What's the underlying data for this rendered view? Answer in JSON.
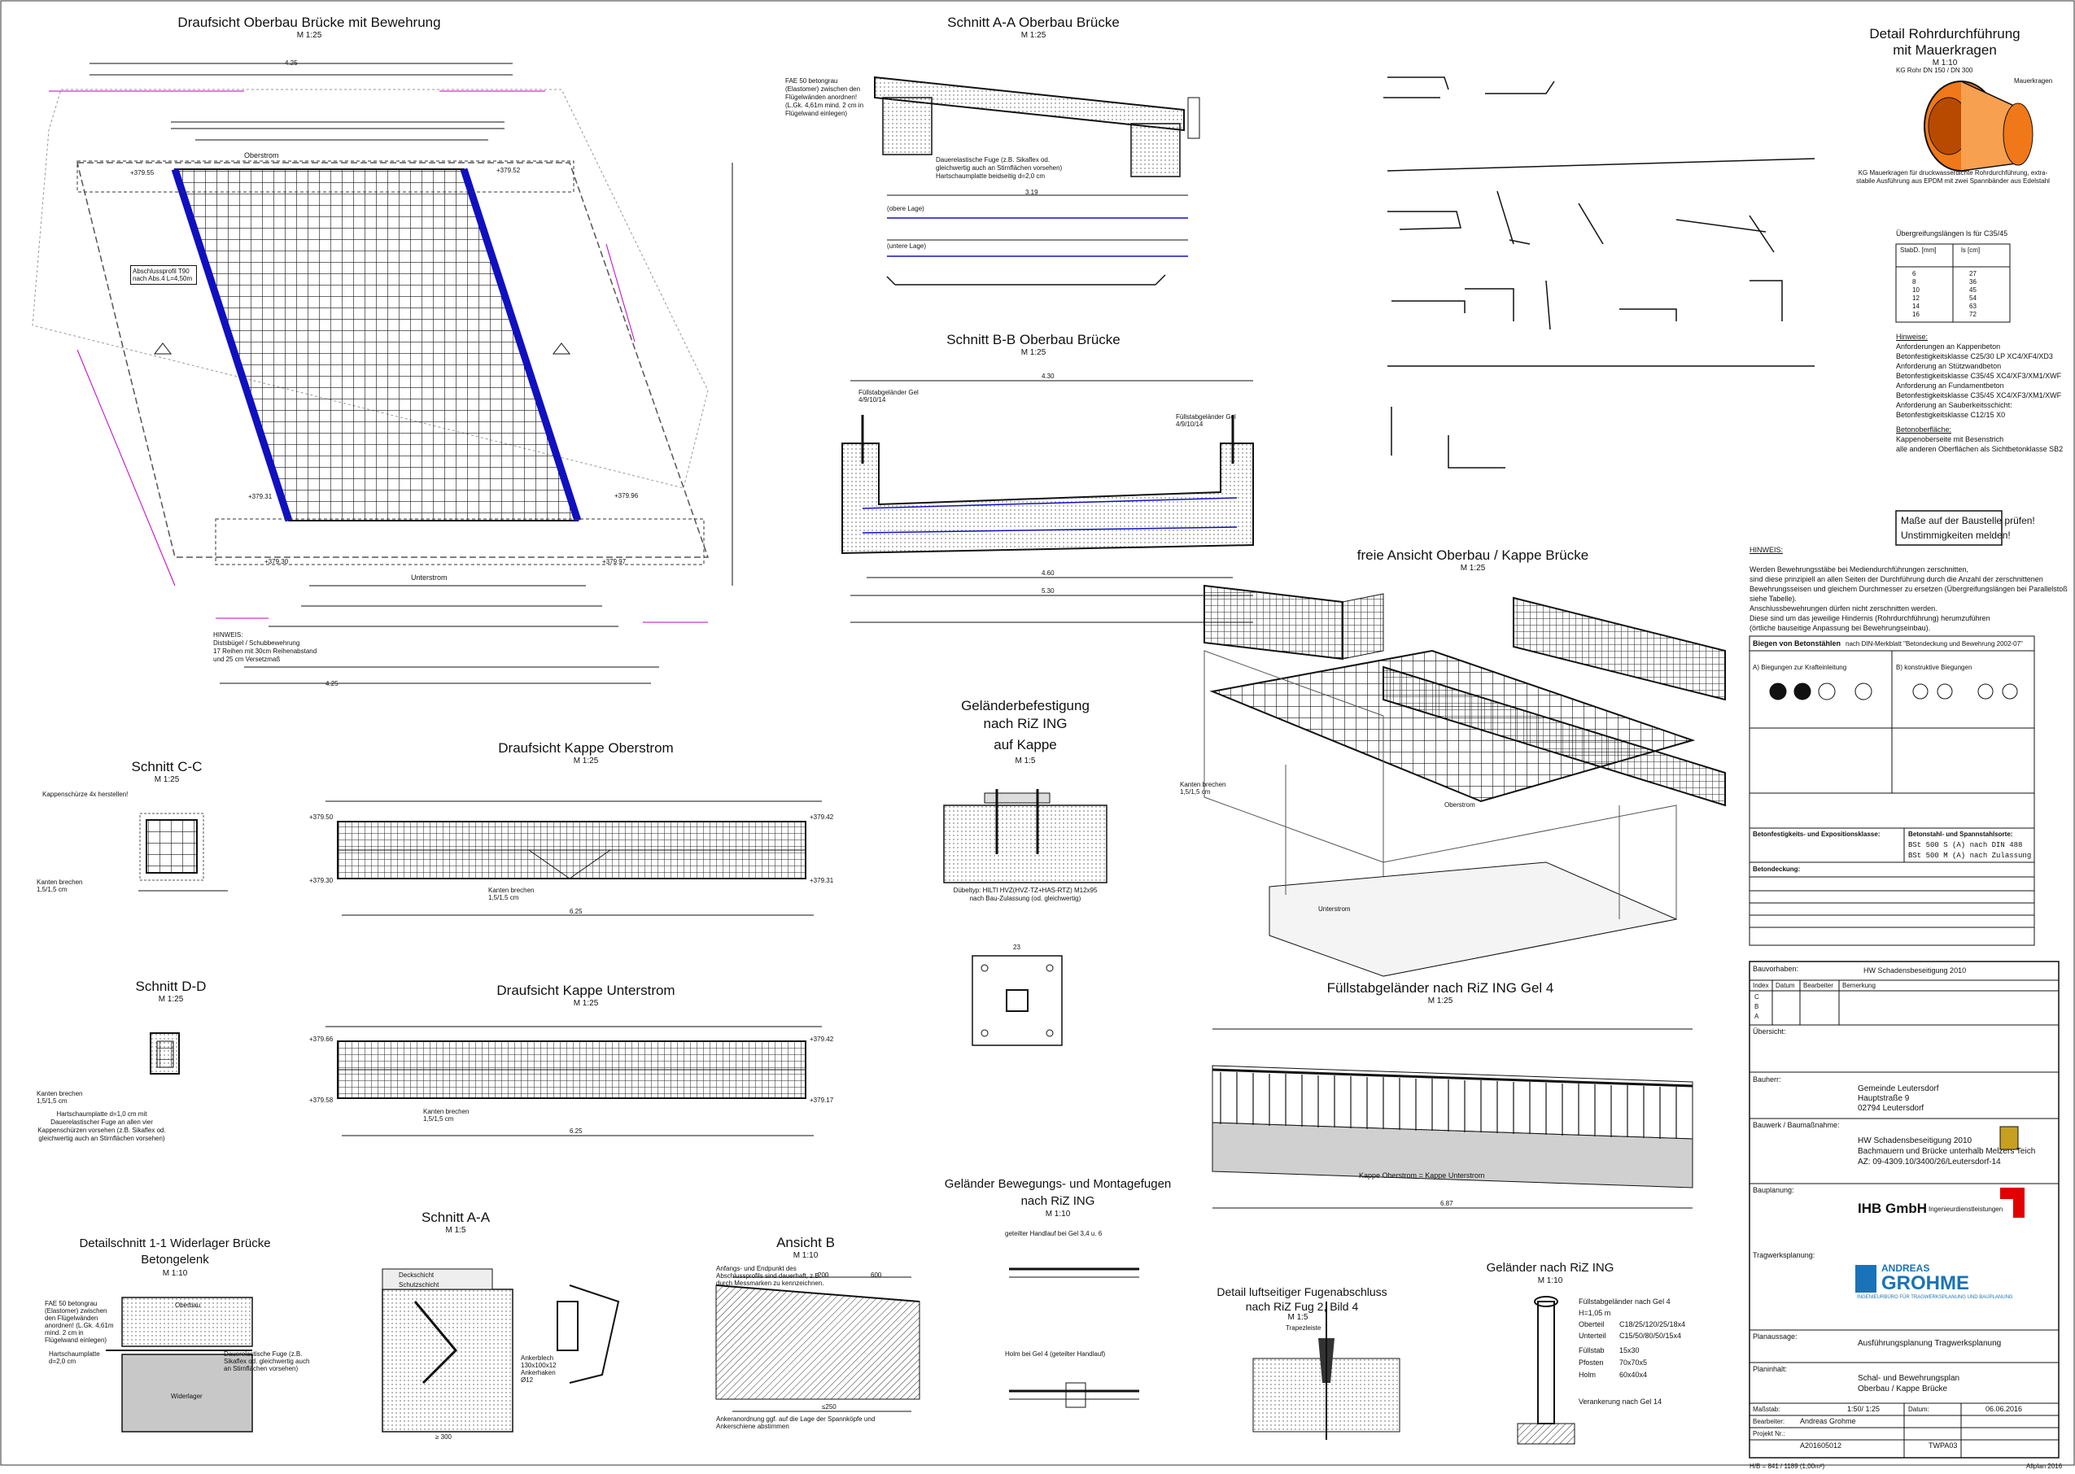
{
  "views": {
    "draufsicht_oberbau": {
      "title": "Draufsicht Oberbau Brücke mit Bewehrung",
      "scale": "M 1:25",
      "oberstrom": "Oberstrom",
      "unterstrom": "Unterstrom",
      "elev1": "+379.55",
      "elev2": "+379.52",
      "elev3": "+379.31",
      "elev4": "+379.96",
      "elev5": "+379.30",
      "elev6": "+379.97",
      "profile_note": "Abschlussprofil T90 nach Abs.4 L=4,50m",
      "hinweis": "HINWEIS:\nDistsbügel / Schubbewehrung\n17 Reihen mit 30cm Reihenabstand\nund 25 cm Versetzmaß",
      "dim_top": "4.25",
      "dim_bottom": "4.25"
    },
    "schnitt_aa_oberbau": {
      "title": "Schnitt A-A Oberbau Brücke",
      "scale": "M 1:25",
      "fae_note": "FAE 50 betongrau (Elastomer) zwischen den Flügelwänden anordnen! (L.Gk. 4,61m mind. 2 cm in Flügelwand einlegen)",
      "fuge_note": "Dauerelastische Fuge (z.B. Sikaflex od. gleichwertig auch an Stirnflächen vorsehen) Hartschaumplatte beidseitig d=2,0 cm",
      "obere_lage": "(obere Lage)",
      "untere_lage": "(untere Lage)",
      "dim": "3.19"
    },
    "schnitt_bb_oberbau": {
      "title": "Schnitt B-B Oberbau Brücke",
      "scale": "M 1:25",
      "gel_left": "Füllstabgeländer Gel 4/9/10/14",
      "gel_right": "Füllstabgeländer Gel 4/9/10/14",
      "dim_top": "4.30",
      "dim_bottom": "5.30",
      "dim_mid": "4.60"
    },
    "detail_rohr": {
      "title": "Detail Rohrdurchführung mit Mauerkragen",
      "scale": "M 1:10",
      "label1": "KG Rohr DN 150 / DN 300",
      "label2": "Mauerkragen",
      "note": "KG Mauerkragen für druckwasserdichte Rohrdurchführung, extra-stabile Ausführung aus EPDM mit zwei Spannbänder aus Edelstahl"
    },
    "uebergreifung": {
      "title": "Übergreifungslängen ls für C35/45",
      "col1": "StabD. [mm]",
      "col2": "ls [cm]",
      "rows": [
        [
          "6",
          "27"
        ],
        [
          "8",
          "36"
        ],
        [
          "10",
          "45"
        ],
        [
          "12",
          "54"
        ],
        [
          "14",
          "63"
        ],
        [
          "16",
          "72"
        ]
      ]
    },
    "hinweise_beton": {
      "title": "Hinweise:",
      "lines": [
        "Anforderungen an Kappenbeton",
        "Betonfestigkeitsklasse C25/30 LP XC4/XF4/XD3",
        "Anforderung an Stützwandbeton",
        "Betonfestigkeitsklasse C35/45 XC4/XF3/XM1/XWF",
        "Anforderung an Fundamentbeton",
        "Betonfestigkeitsklasse C35/45 XC4/XF3/XM1/XWF",
        "Anforderung an Sauberkeitsschicht:",
        "Betonfestigkeitsklasse C12/15 X0"
      ],
      "ober_title": "Betonoberfläche:",
      "ober_lines": [
        "Kappenoberseite mit Besenstrich",
        "alle anderen Oberflächen als Sichtbetonklasse SB2"
      ]
    },
    "warnbox": {
      "line1": "Maße auf der Baustelle prüfen!",
      "line2": "Unstimmigkeiten melden!"
    },
    "hinweis_rohr": {
      "title": "HINWEIS:",
      "lines": [
        "Werden Bewehrungsstäbe bei Mediendurchführungen zerschnitten,",
        "sind diese prinzipiell an allen Seiten der Durchführung durch die Anzahl der zerschnittenen",
        "Bewehrungsseisen und gleichem Durchmesser zu ersetzen (Übergreifungslängen bei Parallelstoß siehe Tabelle).",
        "Anschlussbewehrungen dürfen nicht zerschnitten werden.",
        "Diese sind um das jeweilige Hindernis (Rohrdurchführung) herumzuführen",
        "(örtliche bauseitige Anpassung bei Bewehrungseinbau)."
      ]
    },
    "biegen": {
      "title": "Biegen von Betonstählen",
      "sub": "nach DIN-Merkblatt \"Betondeckung und Bewehrung 2002-07\"",
      "a": "A) Biegungen zur Krafteinleitung",
      "b": "B) konstruktive Biegungen",
      "festigkeit": "Betonfestigkeits- und Expositionsklasse:",
      "stahl": "Betonstahl- und Spannstahlsorte:",
      "bst1": "BSt 500 S (A) nach DIN 488",
      "bst2": "BSt 500 M (A) nach Zulassung",
      "deckung": "Betondeckung:"
    },
    "freie_ansicht": {
      "title": "freie Ansicht Oberbau / Kappe Brücke",
      "scale": "M 1:25",
      "oberstrom": "Oberstrom",
      "unterstrom": "Unterstrom",
      "kanten": "Kanten brechen 1,5/1,5 cm"
    },
    "gelaender_befestigung": {
      "title1": "Geländerbefestigung",
      "title2": "nach RiZ ING",
      "title3": "auf Kappe",
      "scale": "M 1:5",
      "note": "Dübeltyp: HILTI HVZ(HVZ-TZ+HAS-RTZ) M12x95 nach Bau-Zulassung (od. gleichwertig)",
      "dim": "23"
    },
    "fuellstab": {
      "title": "Füllstabgeländer nach RiZ ING Gel 4",
      "scale": "M 1:25",
      "kappe": "Kappe Oberstrom = Kappe Unterstrom",
      "dim": "6.87"
    },
    "schnitt_cc": {
      "title": "Schnitt C-C",
      "scale": "M 1:25",
      "note": "Kappenschürze 4x herstellen!",
      "kanten": "Kanten brechen 1,5/1,5 cm"
    },
    "kappe_oberstrom": {
      "title": "Draufsicht Kappe Oberstrom",
      "scale": "M 1:25",
      "elev1": "+379.50",
      "elev2": "+379.42",
      "elev3": "+379.30",
      "elev4": "+379.31",
      "kanten": "Kanten brechen 1,5/1,5 cm",
      "dim": "6.25"
    },
    "schnitt_dd": {
      "title": "Schnitt D-D",
      "scale": "M 1:25",
      "kanten": "Kanten brechen 1,5/1,5 cm",
      "note": "Hartschaumplatte d=1,0 cm mit Dauerelastischer Fuge an allen vier Kappenschürzen vorsehen (z.B. Sikaflex od. gleichwertig auch an Stirnflächen vorsehen)"
    },
    "kappe_unterstrom": {
      "title": "Draufsicht Kappe Unterstrom",
      "scale": "M 1:25",
      "elev1": "+379.66",
      "elev2": "+379.42",
      "elev3": "+379.58",
      "elev4": "+379.17",
      "kanten": "Kanten brechen 1,5/1,5 cm",
      "dim": "6.25"
    },
    "detailschnitt": {
      "title1": "Detailschnitt 1-1 Widerlager Brücke",
      "title2": "Betongelenk",
      "scale": "M 1:10",
      "oberbau": "Oberbau",
      "widerlager": "Widerlager",
      "fae": "FAE 50 betongrau (Elastomer) zwischen den Flügelwänden anordnen! (L.Gk. 4,61m mind. 2 cm in Flügelwand einlegen)",
      "hart": "Hartschaumplatte d=2,0 cm",
      "fuge": "Dauerelastische Fuge (z.B. Sikaflex od. gleichwertig auch an Stirnflächen vorsehen)"
    },
    "schnitt_aa_detail": {
      "title": "Schnitt A-A",
      "scale": "M 1:5",
      "deck": "Deckschicht",
      "schutz": "Schutzschicht",
      "dim": "≥ 300",
      "ankerb": "Ankerblech 130x100x12 Ankerhaken Ø12"
    },
    "ansicht_b": {
      "title": "Ansicht B",
      "scale": "M 1:10",
      "note1": "Anfangs- und Endpunkt des Abschlussprofils sind dauerhaft, z.B. durch Messmarken zu kennzeichnen.",
      "dim1": "200",
      "dim2": "600",
      "dim3": "≤250",
      "note2": "Ankeranordnung ggf. auf die Lage der Spannköpfe und Ankerschiene abstimmen"
    },
    "gel_fugen": {
      "title1": "Geländer Bewegungs- und Montagefugen",
      "title2": "nach RiZ ING",
      "scale": "M 1:10",
      "sub1": "geteilter Handlauf bei Gel 3,4 u. 6",
      "sub2": "Holm bei Gel 4 (geteilter Handlauf)"
    },
    "detail_fuge": {
      "title1": "Detail luftseitiger Fugenabschluss",
      "title2": "nach RiZ Fug 2, Bild 4",
      "scale": "M 1:5",
      "sub": "Trapezleiste"
    },
    "gel_riz": {
      "title": "Geländer nach RiZ ING",
      "scale": "M 1:10",
      "spec_title": "Füllstabgeländer nach Gel 4",
      "h": "H=1,05 m",
      "oberteil": "Oberteil",
      "oberteil_v": "C18/25/120/25/18x4",
      "unterteil": "Unterteil",
      "unterteil_v": "C15/50/80/50/15x4",
      "fuellstab": "Füllstab",
      "fuellstab_v": "15x30",
      "pfosten": "Pfosten",
      "pfosten_v": "70x70x5",
      "holm": "Holm",
      "holm_v": "60x40x4",
      "veranker": "Verankerung nach Gel 14"
    }
  },
  "titleblock": {
    "bauvorhaben_label": "Bauvorhaben:",
    "bauvorhaben": "HW Schadensbeseitigung 2010",
    "index_cols": [
      "Index",
      "Datum",
      "Bearbeiter",
      "Bemerkung"
    ],
    "index_rows": [
      "C",
      "B",
      "A"
    ],
    "uebersicht": "Übersicht:",
    "bauherr_label": "Bauherr:",
    "bauherr": [
      "Gemeinde Leutersdorf",
      "Hauptstraße 9",
      "02794 Leutersdorf"
    ],
    "bauwerk_label": "Bauwerk / Baumaßnahme:",
    "bauwerk": [
      "HW Schadensbeseitigung 2010",
      "Bachmauern und Brücke unterhalb Melzers Teich",
      "AZ: 09-4309.10/3400/26/Leutersdorf-14"
    ],
    "bauplanung_label": "Bauplanung:",
    "ihb": "IHB GmbH",
    "ihb_sub": "Ingenieurdienstleistungen",
    "trag_label": "Tragwerksplanung:",
    "logo1": "ANDREAS",
    "logo2": "GROHME",
    "logo_sub": "INGENIEURBÜRO FÜR TRAGWERKSPLANUNG UND BAUPLANUNG",
    "planaussage_label": "Planaussage:",
    "planaussage": "Ausführungsplanung Tragwerksplanung",
    "planinhalt_label": "Planinhalt:",
    "planinhalt": [
      "Schal- und Bewehrungsplan",
      "Oberbau / Kappe Brücke"
    ],
    "massstab_label": "Maßstab:",
    "massstab": "1:50/ 1:25",
    "datum_label": "Datum:",
    "datum": "06.06.2016",
    "bearb_label": "Bearbeiter:",
    "bearbeiter": "Andreas Grohme",
    "projekt_label": "Projekt Nr.:",
    "projekt": "A201605012",
    "plan_nr": "TWPA03",
    "footer_left": "H/B = 841 / 1189 (1,00m²)",
    "footer_right": "Allplan 2016"
  },
  "colors": {
    "blue": "#1010c0",
    "pink": "#c000c0",
    "orange": "#f07818",
    "logo": "#1a73b8",
    "red": "#e00000"
  }
}
